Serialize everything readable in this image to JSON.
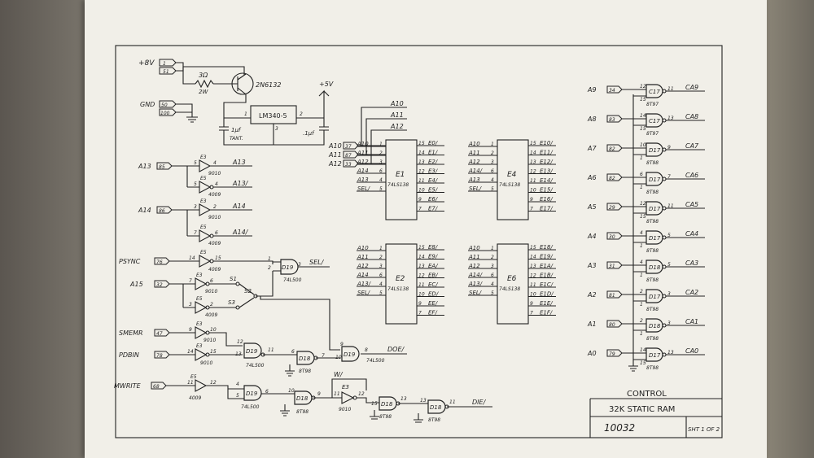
{
  "title_block": {
    "heading": "CONTROL",
    "name": "32K STATIC RAM",
    "number": "10032",
    "sheet": "SHT 1 OF 2"
  },
  "power": {
    "plus8v": "+8V",
    "plus5v": "+5V",
    "gnd": "GND",
    "pins_8v": [
      "1",
      "51"
    ],
    "pins_gnd": [
      "50",
      "100"
    ],
    "resistor_value": "3Ω",
    "resistor_power": "2W",
    "transistor": "2N6132",
    "regulator": "LM340-5",
    "reg_pins": [
      "1",
      "2",
      "3"
    ],
    "cap_tant": "1µf",
    "cap_tant_type": "TANT.",
    "cap_small": ".1µf"
  },
  "left_inputs": [
    {
      "label": "A13",
      "pin": "85"
    },
    {
      "label": "A14",
      "pin": "86"
    },
    {
      "label": "PSYNC",
      "pin": "76"
    },
    {
      "label": "A15",
      "pin": "32"
    },
    {
      "label": "SMEMR",
      "pin": "47"
    },
    {
      "label": "PDBIN",
      "pin": "78"
    },
    {
      "label": "MWRITE",
      "pin": "68"
    }
  ],
  "buffers": [
    {
      "chip": "E3",
      "in": "5",
      "out": "4",
      "part": "9010",
      "net": "A13"
    },
    {
      "chip": "E5",
      "in": "5",
      "out": "4",
      "part": "4009",
      "net": "A13/"
    },
    {
      "chip": "E3",
      "in": "3",
      "out": "2",
      "part": "9010",
      "net": "A14"
    },
    {
      "chip": "E5",
      "in": "7",
      "out": "6",
      "part": "4009",
      "net": "A14/"
    },
    {
      "chip": "E5",
      "in": "14",
      "out": "15",
      "part": "4009",
      "net": ""
    },
    {
      "chip": "E3",
      "in": "7",
      "out": "6",
      "part": "9010",
      "net": ""
    },
    {
      "chip": "E5",
      "in": "3",
      "out": "2",
      "part": "4009",
      "net": ""
    },
    {
      "chip": "E3",
      "in": "9",
      "out": "10",
      "part": "9010",
      "net": ""
    },
    {
      "chip": "E3",
      "in": "14",
      "out": "15",
      "part": "9010",
      "net": ""
    },
    {
      "chip": "E5",
      "in": "11",
      "out": "12",
      "part": "4009",
      "net": ""
    }
  ],
  "switches": [
    "S1",
    "S2",
    "S3"
  ],
  "gates": {
    "d19_sel": {
      "name": "D19",
      "part": "74L500",
      "in": [
        "1",
        "2"
      ],
      "out": "3",
      "net": "SEL/"
    },
    "d19_pd": {
      "name": "D19",
      "part": "74L500",
      "in": [
        "12",
        "13"
      ],
      "out": "11"
    },
    "d18_pd": {
      "name": "D18",
      "part": "8T98",
      "in": [
        "6"
      ],
      "out": "7"
    },
    "d19_doe": {
      "name": "D19",
      "part": "74L500",
      "in": [
        "9",
        "10"
      ],
      "out": "8",
      "net": "DOE/"
    },
    "d19_mw": {
      "name": "D19",
      "part": "74L500",
      "in": [
        "4",
        "5"
      ],
      "out": "6"
    },
    "d18_mw": {
      "name": "D18",
      "part": "8T98",
      "in": [
        "10"
      ],
      "out": "9"
    },
    "e3_w": {
      "name": "E3",
      "part": "9010",
      "in": [
        "11"
      ],
      "out": "12",
      "net": "W/"
    },
    "d18_b": {
      "name": "D18",
      "part": "8T98",
      "in": [
        "15"
      ],
      "out": "13"
    },
    "d18_c": {
      "name": "D18",
      "part": "8T98",
      "in": [
        "13"
      ],
      "out": "11",
      "net": "DIE/"
    }
  },
  "decoder_top_inputs": [
    {
      "label": "A10",
      "pin": "37"
    },
    {
      "label": "A11",
      "pin": "87"
    },
    {
      "label": "A12",
      "pin": "33"
    }
  ],
  "bus_labels": [
    "A10",
    "A11",
    "A12"
  ],
  "decoders": [
    {
      "name": "E1",
      "part": "74LS138",
      "inputs": [
        {
          "n": "A10",
          "p": "1"
        },
        {
          "n": "A11",
          "p": "2"
        },
        {
          "n": "A12",
          "p": "3"
        },
        {
          "n": "A14",
          "p": "6"
        },
        {
          "n": "A13",
          "p": "4"
        },
        {
          "n": "SEL/",
          "p": "5"
        }
      ],
      "outputs": [
        {
          "p": "15",
          "n": "E0/"
        },
        {
          "p": "14",
          "n": "E1/"
        },
        {
          "p": "13",
          "n": "E2/"
        },
        {
          "p": "12",
          "n": "E3/"
        },
        {
          "p": "11",
          "n": "E4/"
        },
        {
          "p": "10",
          "n": "E5/"
        },
        {
          "p": "9",
          "n": "E6/"
        },
        {
          "p": "7",
          "n": "E7/"
        }
      ]
    },
    {
      "name": "E4",
      "part": "74LS138",
      "inputs": [
        {
          "n": "A10",
          "p": "1"
        },
        {
          "n": "A11",
          "p": "2"
        },
        {
          "n": "A12",
          "p": "3"
        },
        {
          "n": "A14/",
          "p": "6"
        },
        {
          "n": "A13",
          "p": "4"
        },
        {
          "n": "SEL/",
          "p": "5"
        }
      ],
      "outputs": [
        {
          "p": "15",
          "n": "E10/"
        },
        {
          "p": "14",
          "n": "E11/"
        },
        {
          "p": "13",
          "n": "E12/"
        },
        {
          "p": "12",
          "n": "E13/"
        },
        {
          "p": "11",
          "n": "E14/"
        },
        {
          "p": "10",
          "n": "E15/"
        },
        {
          "p": "9",
          "n": "E16/"
        },
        {
          "p": "7",
          "n": "E17/"
        }
      ]
    },
    {
      "name": "E2",
      "part": "74LS138",
      "inputs": [
        {
          "n": "A10",
          "p": "1"
        },
        {
          "n": "A11",
          "p": "2"
        },
        {
          "n": "A12",
          "p": "3"
        },
        {
          "n": "A14",
          "p": "6"
        },
        {
          "n": "A13/",
          "p": "4"
        },
        {
          "n": "SEL/",
          "p": "5"
        }
      ],
      "outputs": [
        {
          "p": "15",
          "n": "E8/"
        },
        {
          "p": "14",
          "n": "E9/"
        },
        {
          "p": "13",
          "n": "EA/"
        },
        {
          "p": "12",
          "n": "EB/"
        },
        {
          "p": "11",
          "n": "EC/"
        },
        {
          "p": "10",
          "n": "ED/"
        },
        {
          "p": "9",
          "n": "EE/"
        },
        {
          "p": "7",
          "n": "EF/"
        }
      ]
    },
    {
      "name": "E6",
      "part": "74LS138",
      "inputs": [
        {
          "n": "A10",
          "p": "1"
        },
        {
          "n": "A11",
          "p": "2"
        },
        {
          "n": "A12",
          "p": "3"
        },
        {
          "n": "A14/",
          "p": "6"
        },
        {
          "n": "A13/",
          "p": "4"
        },
        {
          "n": "SEL/",
          "p": "5"
        }
      ],
      "outputs": [
        {
          "p": "15",
          "n": "E18/"
        },
        {
          "p": "14",
          "n": "E19/"
        },
        {
          "p": "13",
          "n": "E1A/"
        },
        {
          "p": "12",
          "n": "E1B/"
        },
        {
          "p": "11",
          "n": "E1C/"
        },
        {
          "p": "10",
          "n": "E1D/"
        },
        {
          "p": "9",
          "n": "E1E/"
        },
        {
          "p": "7",
          "n": "E1F/"
        }
      ]
    }
  ],
  "right_buffers": [
    {
      "in": "A9",
      "pin": "34",
      "gate": "C17",
      "part": "8T97",
      "p_in": "12",
      "p_en": "15",
      "p_out": "11",
      "out": "CA9"
    },
    {
      "in": "A8",
      "pin": "83",
      "gate": "C17",
      "part": "8T97",
      "p_in": "14",
      "p_en": "15",
      "p_out": "13",
      "out": "CA8"
    },
    {
      "in": "A7",
      "pin": "82",
      "gate": "D17",
      "part": "8T98",
      "p_in": "10",
      "p_en": "1",
      "p_out": "9",
      "out": "CA7"
    },
    {
      "in": "A6",
      "pin": "82",
      "gate": "D17",
      "part": "8T98",
      "p_in": "6",
      "p_en": "1",
      "p_out": "7",
      "out": "CA6"
    },
    {
      "in": "A5",
      "pin": "29",
      "gate": "D17",
      "part": "8T98",
      "p_in": "12",
      "p_en": "15",
      "p_out": "11",
      "out": "CA5"
    },
    {
      "in": "A4",
      "pin": "30",
      "gate": "D17",
      "part": "8T98",
      "p_in": "4",
      "p_en": "1",
      "p_out": "5",
      "out": "CA4"
    },
    {
      "in": "A3",
      "pin": "31",
      "gate": "D18",
      "part": "8T98",
      "p_in": "4",
      "p_en": "1",
      "p_out": "5",
      "out": "CA3"
    },
    {
      "in": "A2",
      "pin": "81",
      "gate": "D17",
      "part": "8T98",
      "p_in": "2",
      "p_en": "1",
      "p_out": "3",
      "out": "CA2"
    },
    {
      "in": "A1",
      "pin": "80",
      "gate": "D18",
      "part": "8T98",
      "p_in": "2",
      "p_en": "1",
      "p_out": "3",
      "out": "CA1"
    },
    {
      "in": "A0",
      "pin": "79",
      "gate": "D17",
      "part": "8T98",
      "p_in": "14",
      "p_en": "15",
      "p_out": "13",
      "out": "CA0"
    }
  ]
}
